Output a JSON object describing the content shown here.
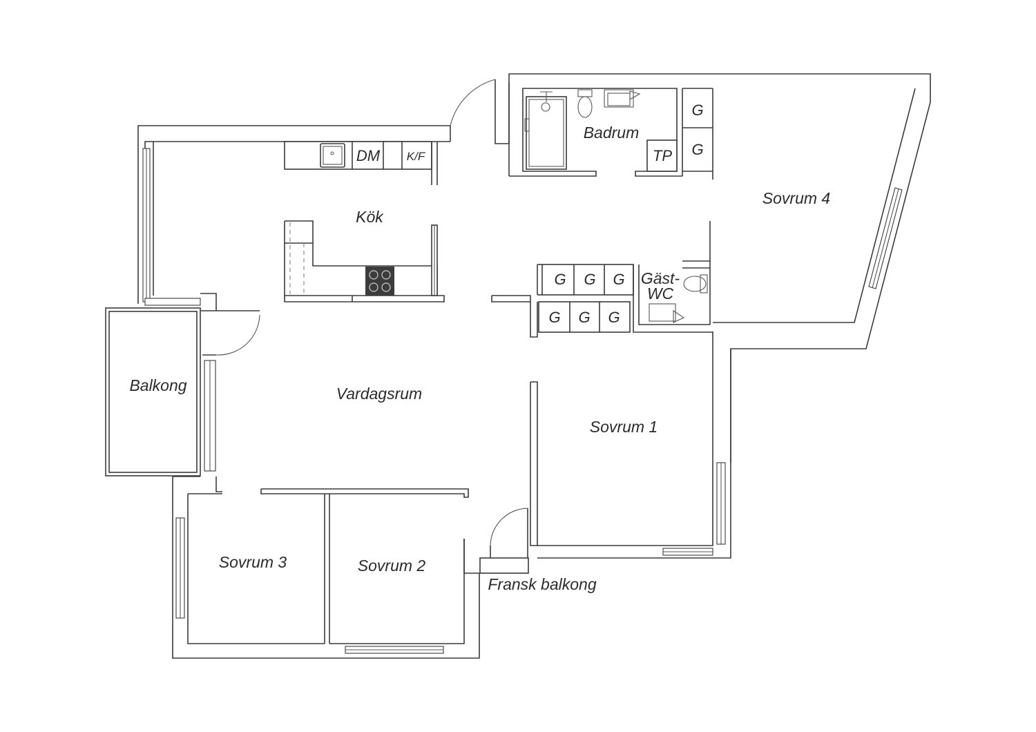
{
  "rooms": {
    "badrum": "Badrum",
    "kok": "Kök",
    "sovrum4": "Sovrum 4",
    "gast_line1": "Gäst-",
    "gast_line2": "WC",
    "vardagsrum": "Vardagsrum",
    "sovrum1": "Sovrum 1",
    "balkong": "Balkong",
    "sovrum3": "Sovrum 3",
    "sovrum2": "Sovrum 2",
    "fransk_balkong": "Fransk balkong"
  },
  "fixtures": {
    "dm": "DM",
    "kf": "K/F",
    "tp": "TP",
    "g": "G"
  },
  "colors": {
    "line": "#3a3a3a",
    "background": "#ffffff",
    "stove": "#3c3c3c"
  }
}
